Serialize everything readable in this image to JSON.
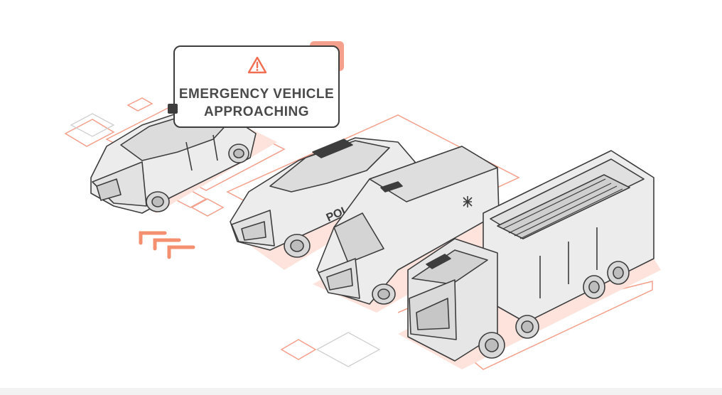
{
  "callout": {
    "line1": "EMERGENCY VEHICLE",
    "line2": "APPROACHING",
    "icon": "warning-triangle-icon"
  },
  "vehicles": [
    {
      "name": "sedan",
      "lettering": ""
    },
    {
      "name": "police-car",
      "lettering": "POL"
    },
    {
      "name": "ambulance",
      "lettering": ""
    },
    {
      "name": "fire-truck",
      "lettering": ""
    }
  ],
  "colors": {
    "accent": "#f26e52",
    "accent_light": "#fde3dc",
    "outline": "#3d3d3d",
    "body": "#ececec"
  }
}
